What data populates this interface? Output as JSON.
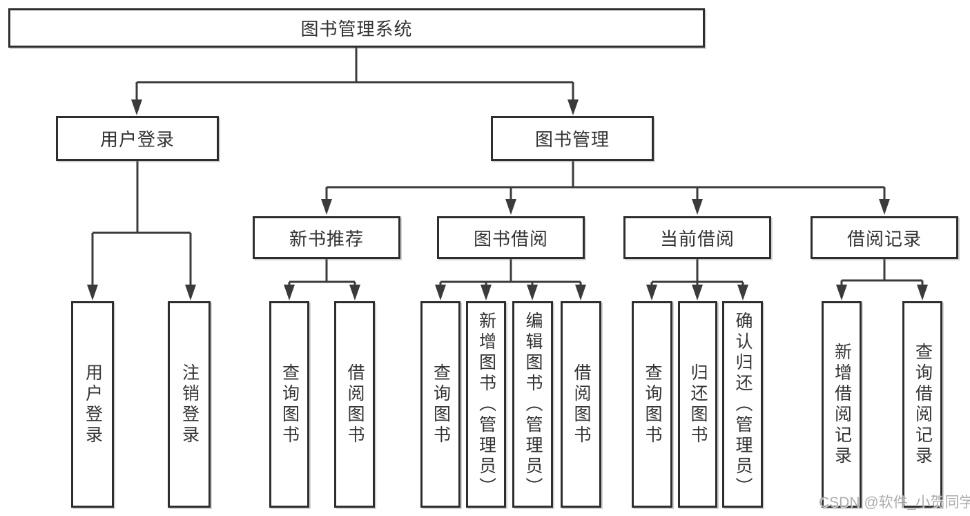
{
  "tree": {
    "root": "图书管理系统",
    "login": {
      "label": "用户登录",
      "children": [
        "用户登录",
        "注销登录"
      ]
    },
    "management": {
      "label": "图书管理",
      "sections": [
        {
          "label": "新书推荐",
          "children": [
            "查询图书",
            "借阅图书"
          ]
        },
        {
          "label": "图书借阅",
          "children": [
            "查询图书",
            "新增图书（管理员）",
            "编辑图书（管理员）",
            "借阅图书"
          ]
        },
        {
          "label": "当前借阅",
          "children": [
            "查询图书",
            "归还图书",
            "确认归还（管理员）"
          ]
        },
        {
          "label": "借阅记录",
          "children": [
            "新增借阅记录",
            "查询借阅记录"
          ]
        }
      ]
    }
  },
  "watermark": "CSDN @软件_小贺同学"
}
